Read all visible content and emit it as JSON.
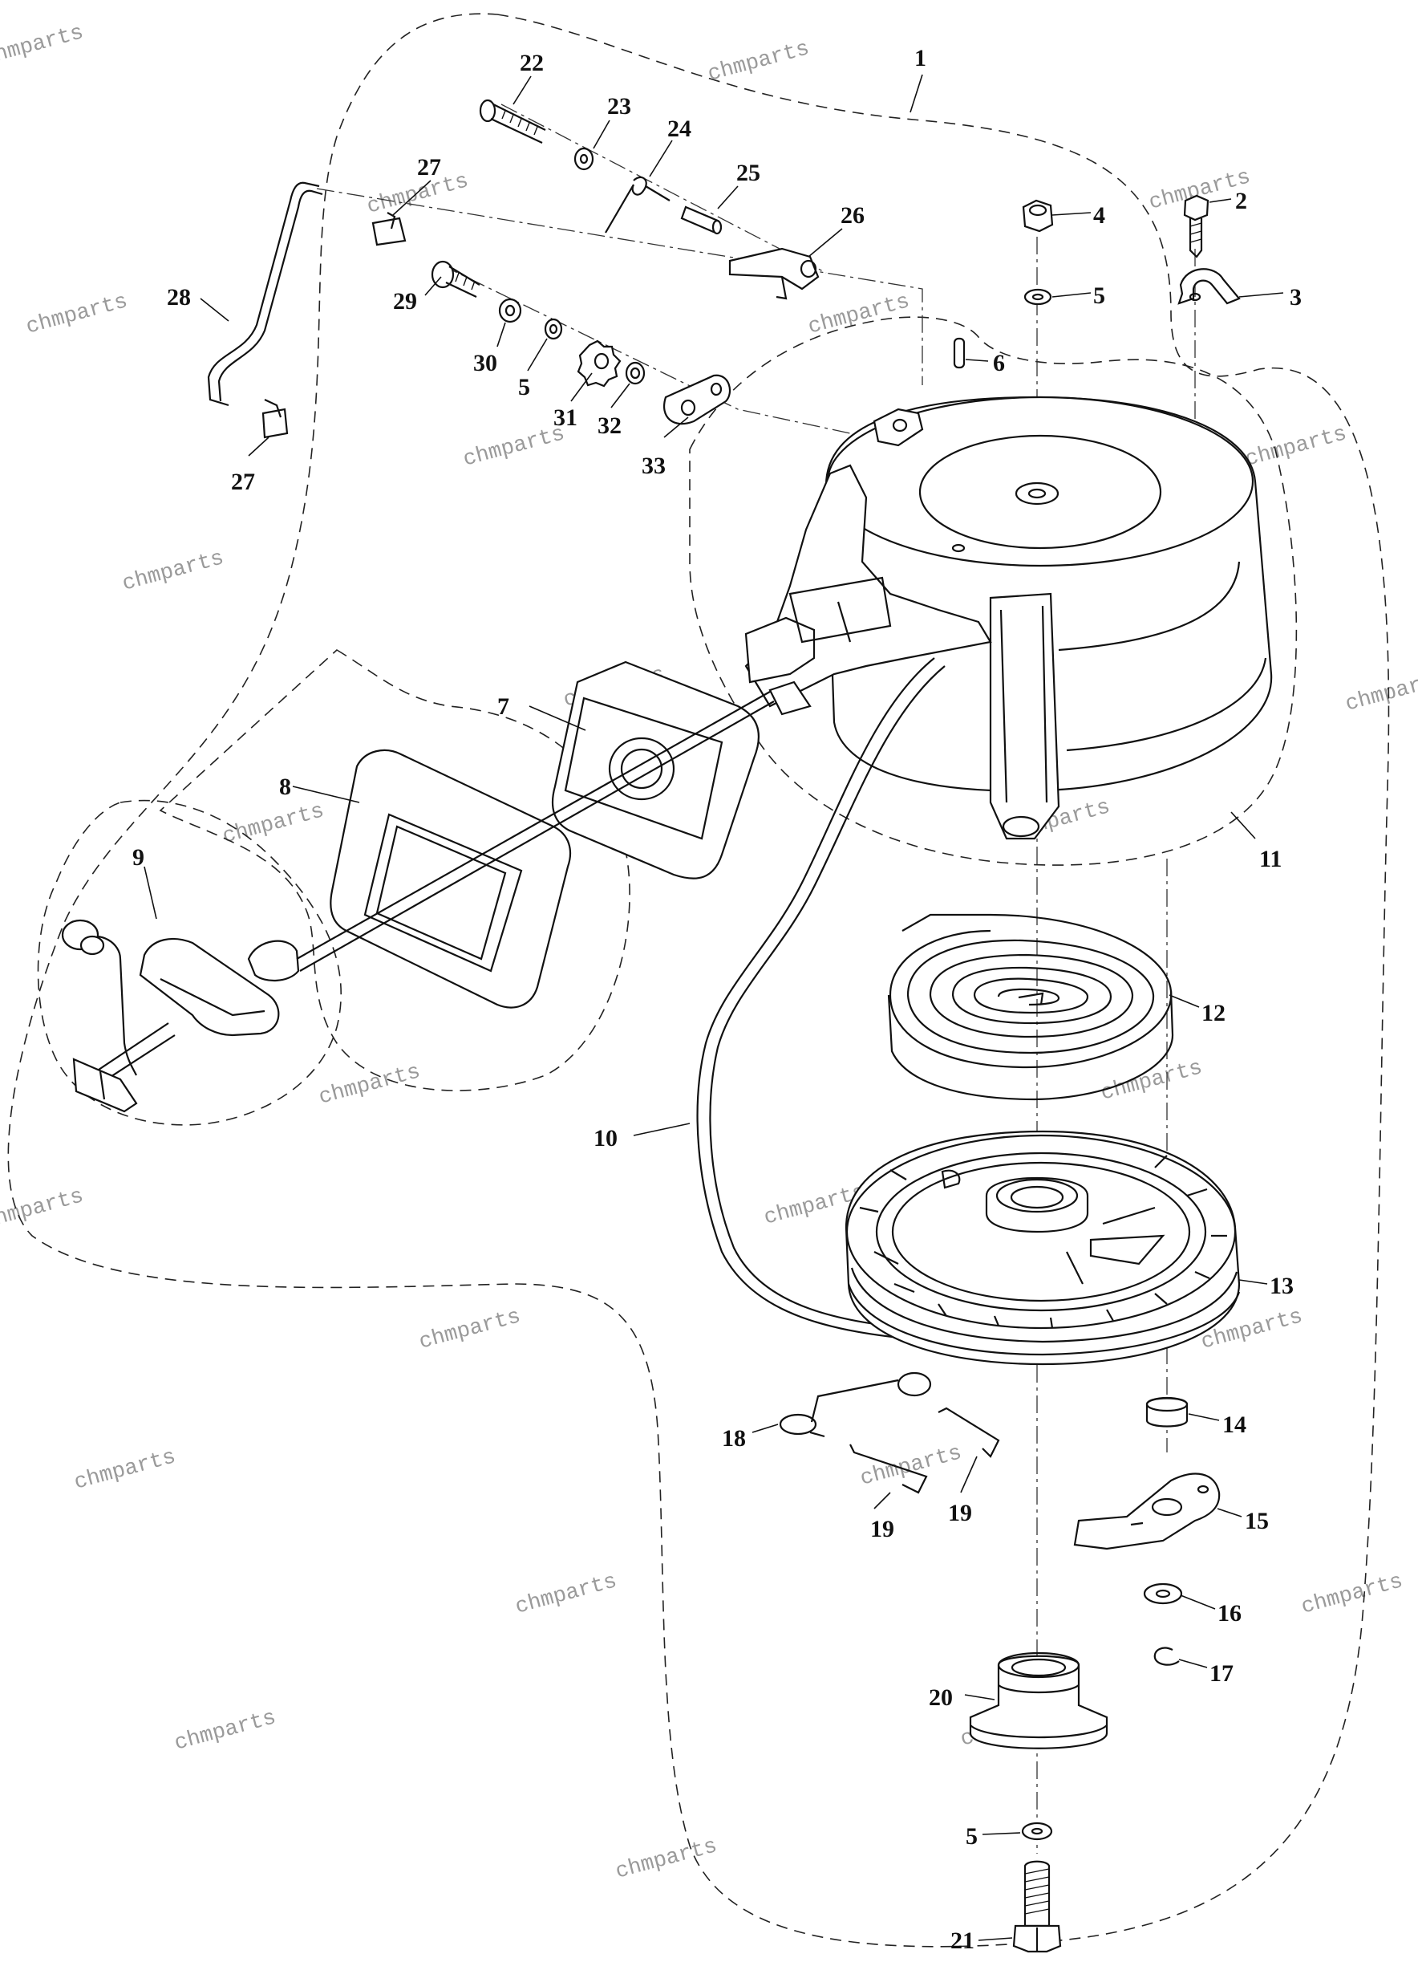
{
  "watermark": "chmparts",
  "callouts": {
    "c1": "1",
    "c2": "2",
    "c3": "3",
    "c4": "4",
    "c5a": "5",
    "c5b": "5",
    "c5c": "5",
    "c6": "6",
    "c7": "7",
    "c8": "8",
    "c9": "9",
    "c10": "10",
    "c11": "11",
    "c12": "12",
    "c13": "13",
    "c14": "14",
    "c15": "15",
    "c16": "16",
    "c17": "17",
    "c18": "18",
    "c19a": "19",
    "c19b": "19",
    "c20": "20",
    "c21": "21",
    "c22": "22",
    "c23": "23",
    "c24": "24",
    "c25": "25",
    "c26": "26",
    "c27a": "27",
    "c27b": "27",
    "c28": "28",
    "c29": "29",
    "c30": "30",
    "c31": "31",
    "c32": "32",
    "c33": "33"
  }
}
